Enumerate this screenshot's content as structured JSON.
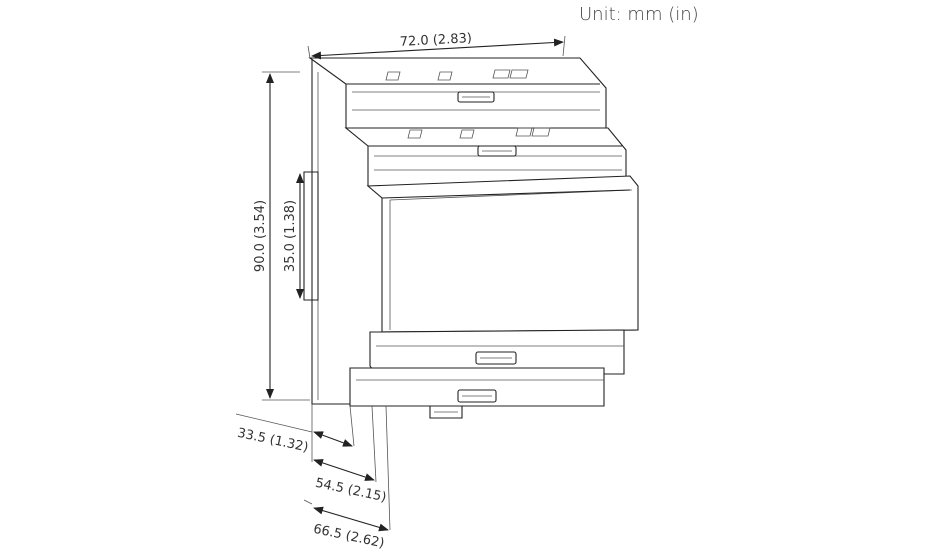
{
  "unit_label": "Unit: mm (in)",
  "dimensions": {
    "width": "72.0 (2.83)",
    "height": "90.0 (3.54)",
    "front_height": "35.0 (1.38)",
    "depth_1": "33.5 (1.32)",
    "depth_2": "54.5 (2.15)",
    "depth_3": "66.5 (2.62)"
  },
  "colors": {
    "line": "#222222",
    "text": "#333333"
  }
}
